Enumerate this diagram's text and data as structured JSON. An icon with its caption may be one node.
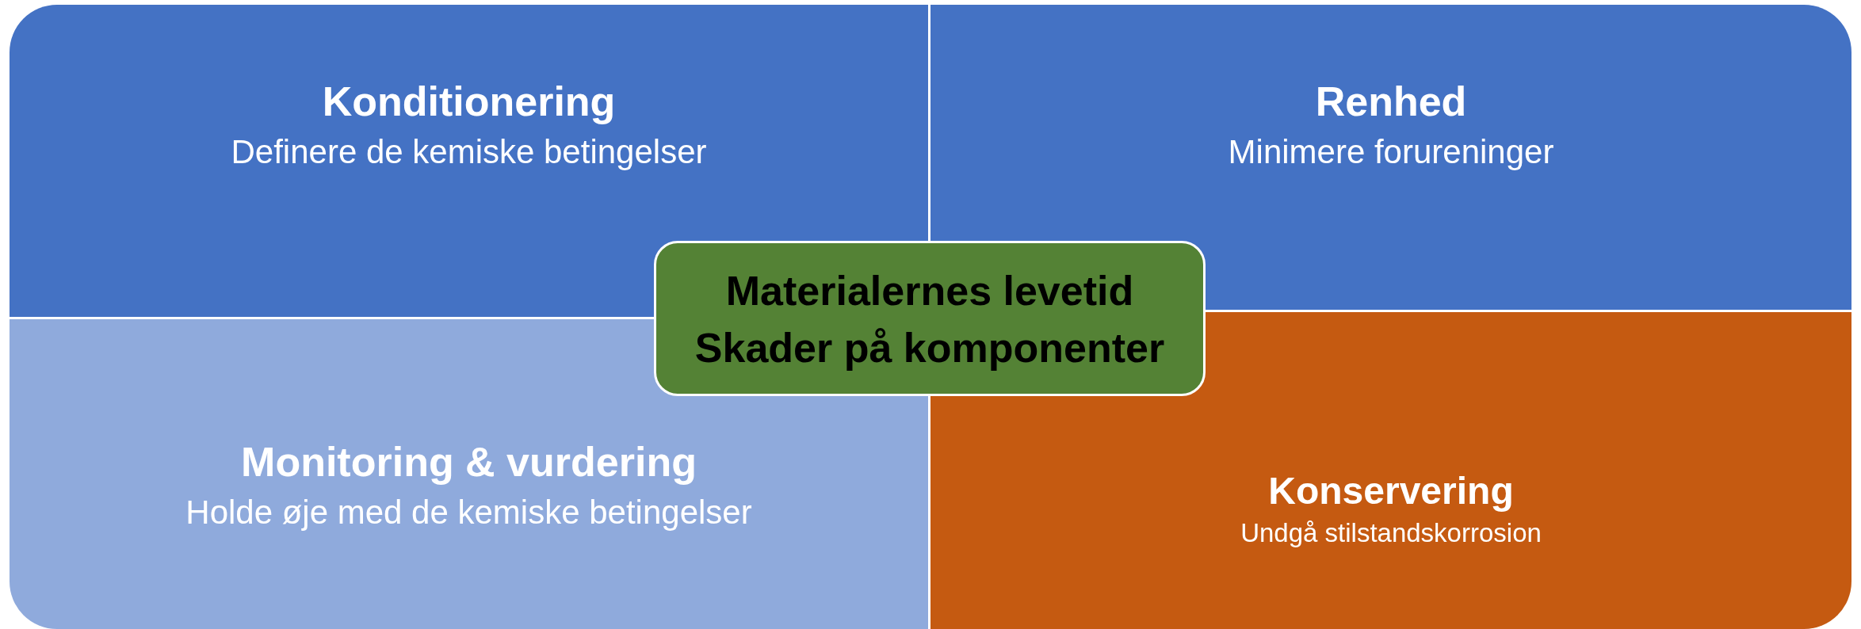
{
  "diagram": {
    "nodes": [
      {
        "text": [
          "Konditionering",
          "Definere de kemiske betingelser"
        ]
      },
      {
        "text": [
          "Renhed",
          "Minimere forureninger"
        ]
      },
      {
        "text": [
          "Monitoring & vurdering",
          "Holde øje med de kemiske betingelser"
        ]
      },
      {
        "text": [
          "Konservering",
          "Undgå stilstandskorrosion"
        ]
      },
      {
        "text": [
          "Materialernes levetid",
          "Skader på komponenter"
        ]
      }
    ]
  }
}
